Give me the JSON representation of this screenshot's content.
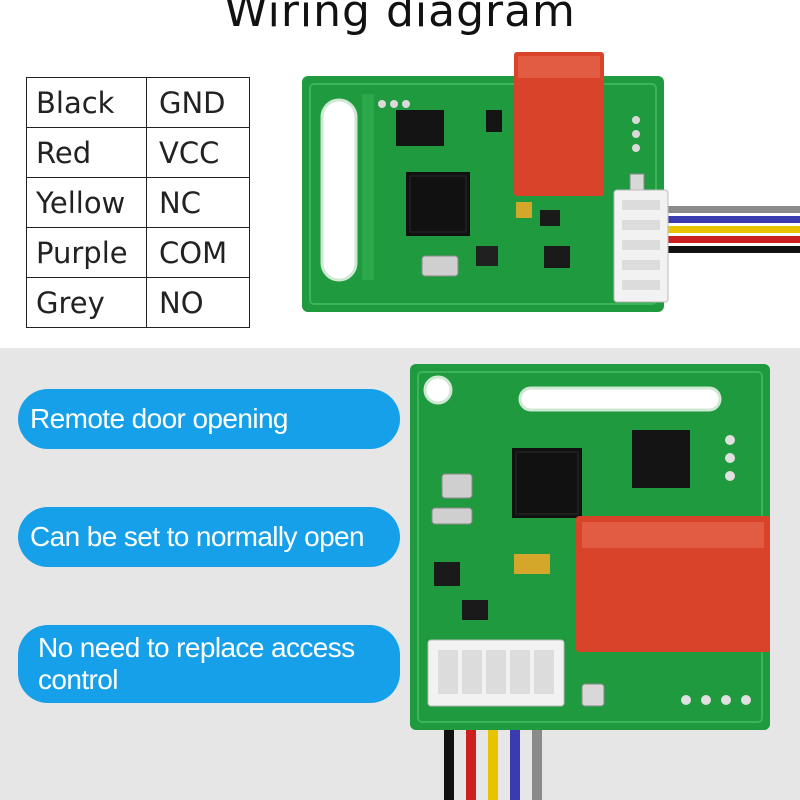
{
  "title": "Wiring diagram",
  "wiring_table": [
    {
      "wire": "Black",
      "signal": "GND"
    },
    {
      "wire": "Red",
      "signal": "VCC"
    },
    {
      "wire": "Yellow",
      "signal": "NC"
    },
    {
      "wire": "Purple",
      "signal": "COM"
    },
    {
      "wire": "Grey",
      "signal": "NO"
    }
  ],
  "features": [
    "Remote door opening",
    "Can be set to normally open",
    "No need to replace access control"
  ],
  "colors": {
    "pill": "#16a0ea",
    "pcb": "#1f9a3e",
    "relay": "#d9432a",
    "bottom_bg": "#e6e6e6"
  }
}
